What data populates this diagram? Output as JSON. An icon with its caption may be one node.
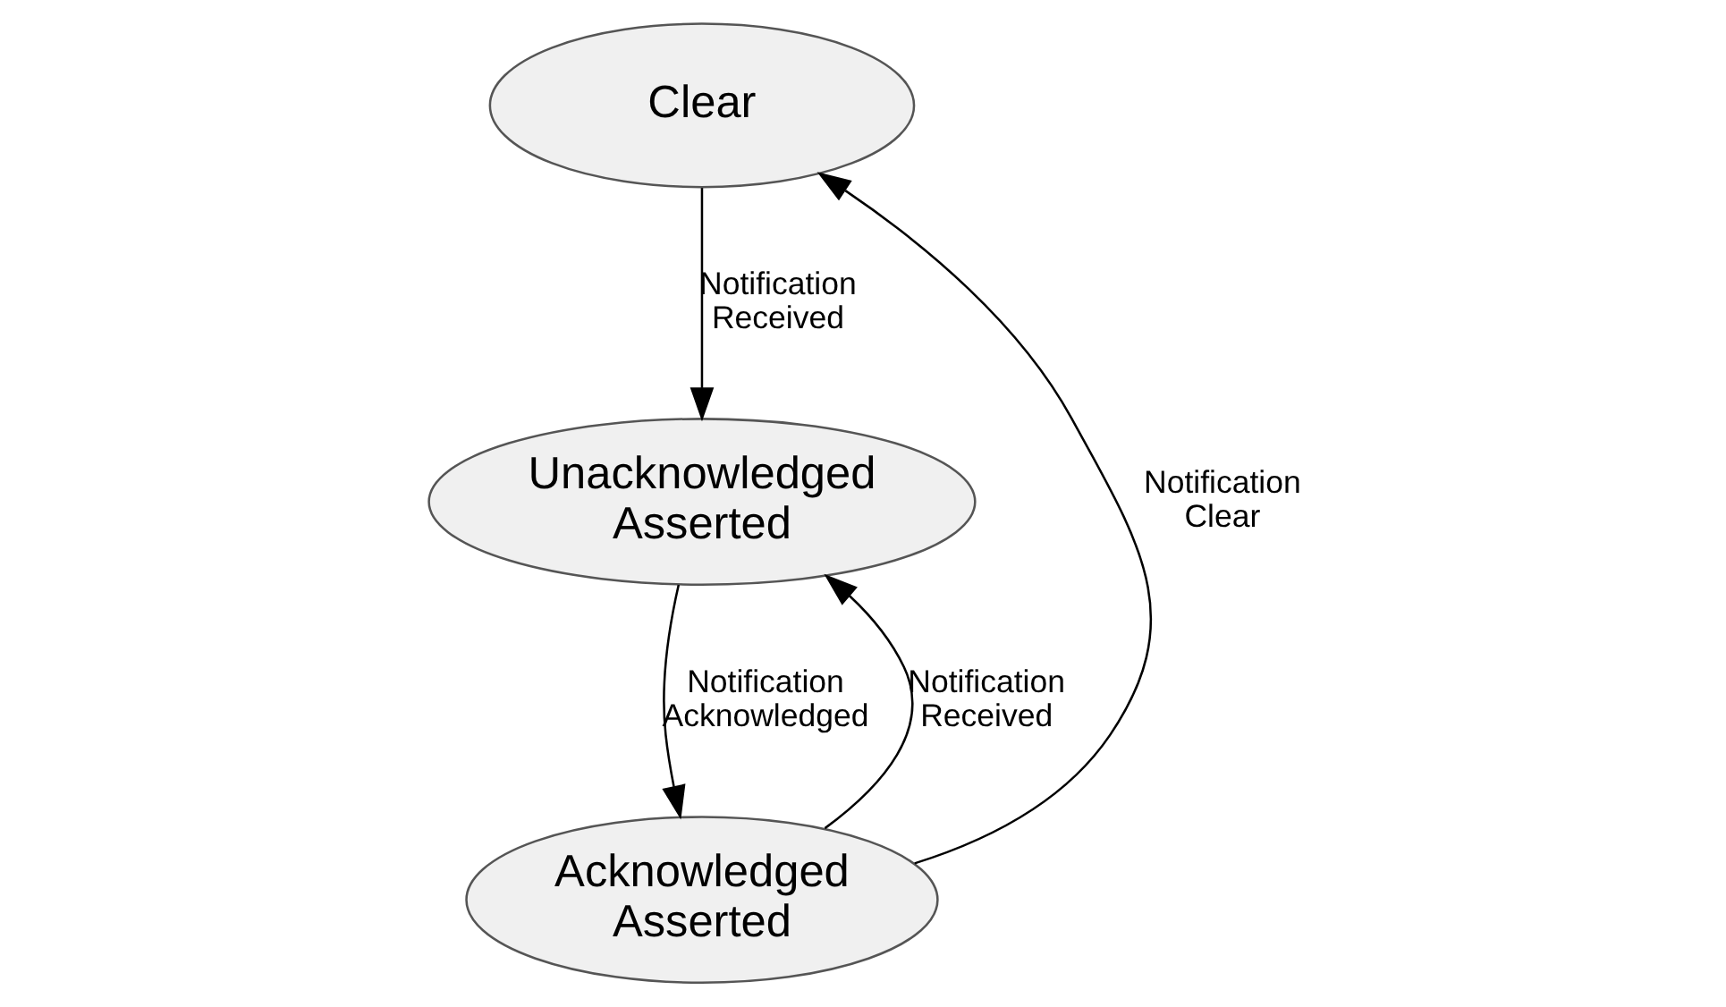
{
  "diagram": {
    "nodes": [
      {
        "text": [
          "Clear"
        ]
      },
      {
        "text": [
          "Unacknowledged Asserted"
        ]
      },
      {
        "text": [
          "Acknowledged Asserted"
        ]
      }
    ],
    "edges": [
      {
        "from": 0,
        "to": 1,
        "arrow": "to",
        "label": "Notification Received"
      },
      {
        "from": 1,
        "to": 2,
        "arrow": "to",
        "label": "Notification Acknowledged"
      },
      {
        "from": 2,
        "to": 1,
        "arrow": "to",
        "label": "Notification Received"
      },
      {
        "from": 2,
        "to": 0,
        "arrow": "to",
        "label": "Notification Clear"
      }
    ]
  }
}
